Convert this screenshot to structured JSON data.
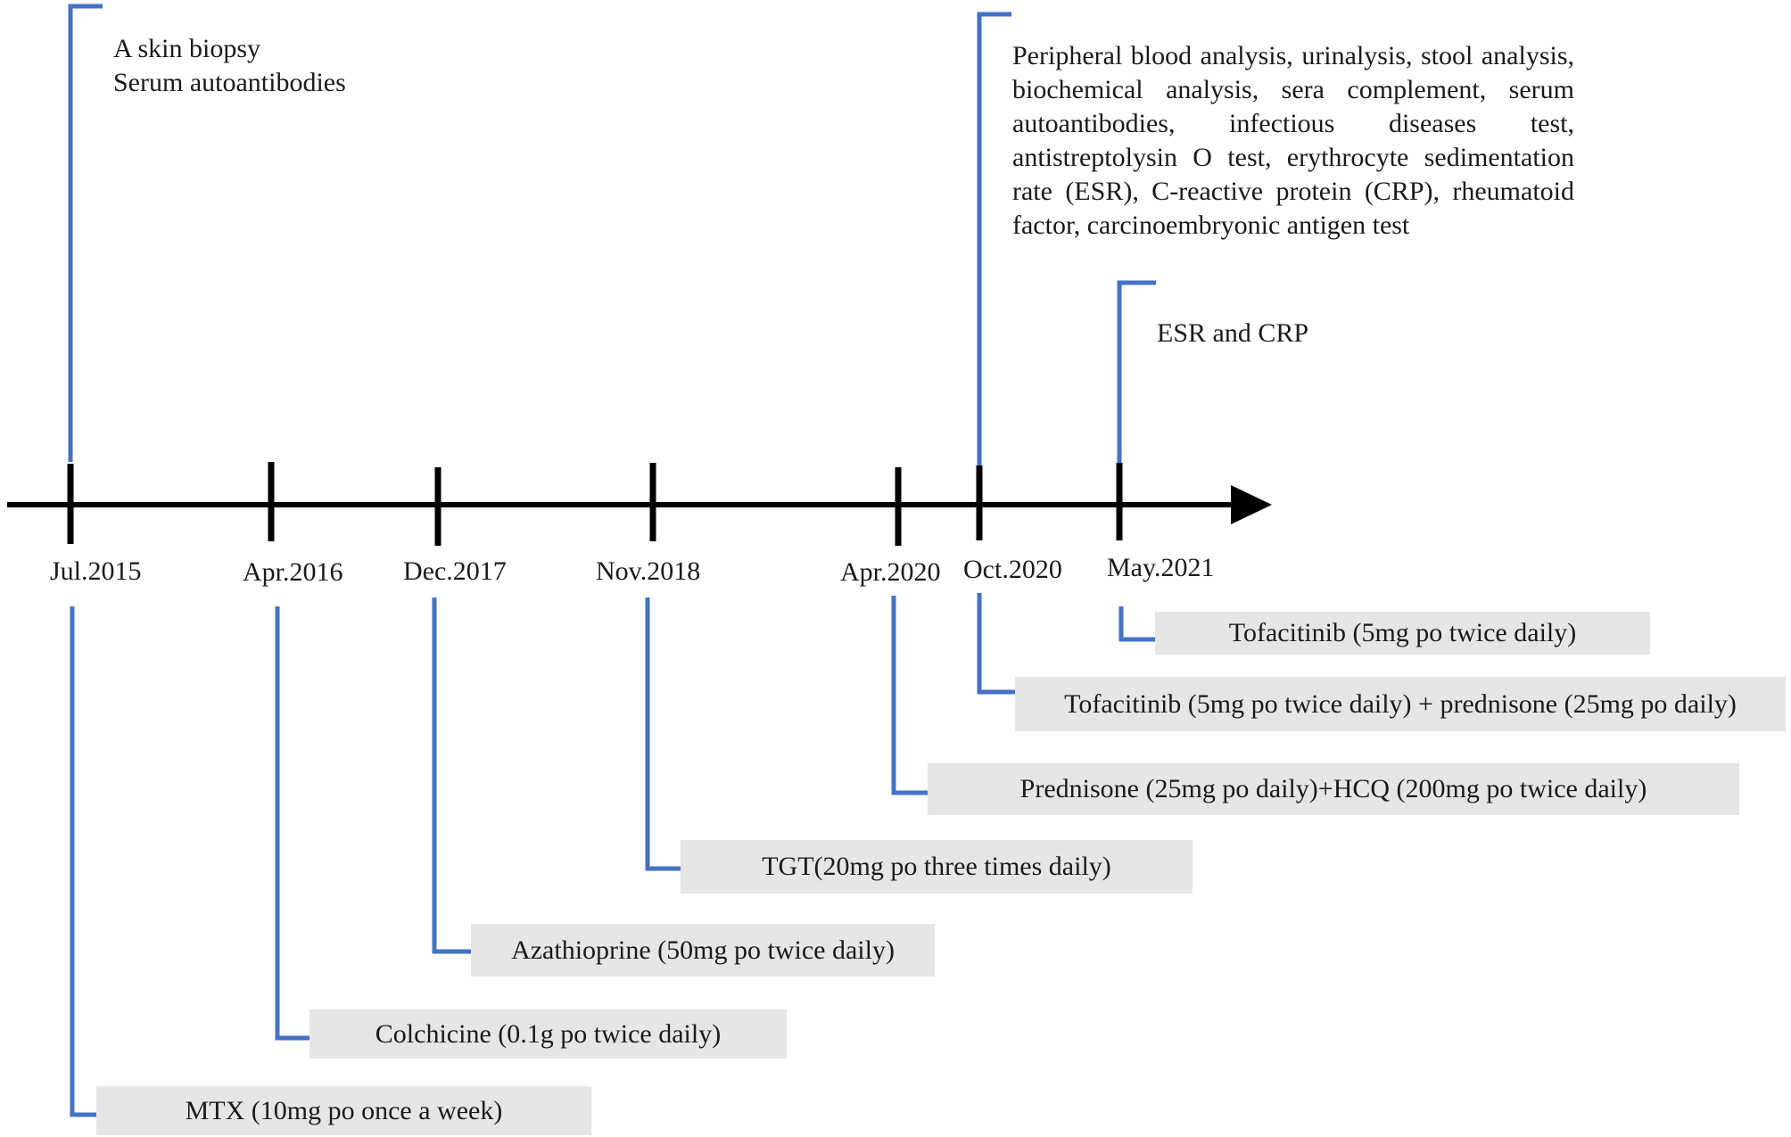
{
  "timeline": {
    "dates": [
      {
        "id": "jul-2015",
        "label": "Jul.2015"
      },
      {
        "id": "apr-2016",
        "label": "Apr.2016"
      },
      {
        "id": "dec-2017",
        "label": "Dec.2017"
      },
      {
        "id": "nov-2018",
        "label": "Nov.2018"
      },
      {
        "id": "apr-2020",
        "label": "Apr.2020"
      },
      {
        "id": "oct-2020",
        "label": "Oct.2020"
      },
      {
        "id": "may-2021",
        "label": "May.2021"
      }
    ]
  },
  "examinations": {
    "jul_2015": {
      "line1": "A skin biopsy",
      "line2": "Serum autoantibodies"
    },
    "oct_2020": {
      "text": "Peripheral blood analysis, urinalysis, stool analysis, biochemical analysis, sera complement, serum autoantibodies, infectious diseases test, antistreptolysin O test, erythrocyte sedimentation rate (ESR), C-reactive protein (CRP), rheumatoid factor, carcinoembryonic antigen test"
    },
    "may_2021": {
      "text": "ESR and CRP"
    }
  },
  "treatments": {
    "jul_2015": "MTX (10mg po once a week)",
    "apr_2016": "Colchicine (0.1g po twice daily)",
    "dec_2017": "Azathioprine (50mg po twice daily)",
    "nov_2018": "TGT(20mg po three times daily)",
    "apr_2020": "Prednisone (25mg po daily)+HCQ (200mg po twice daily)",
    "oct_2020": "Tofacitinib (5mg po twice daily) + prednisone (25mg po daily)",
    "may_2021": "Tofacitinib (5mg po twice daily)"
  },
  "colors": {
    "axis": "#000000",
    "bracket": "#4472c4",
    "box_fill": "#e6e6e6"
  }
}
